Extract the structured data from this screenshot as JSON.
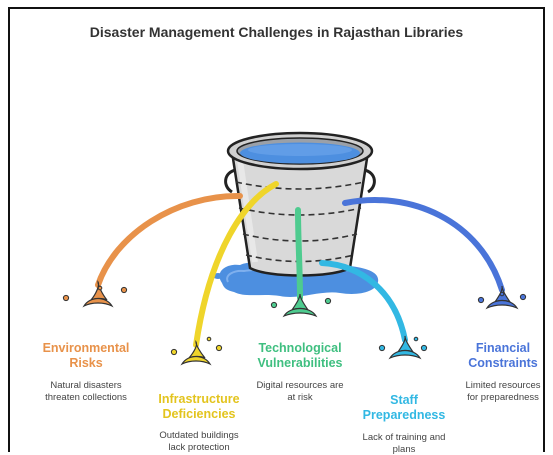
{
  "title": "Disaster Management Challenges in Rajasthan Libraries",
  "colors": {
    "environmental": "#E8924A",
    "infrastructure": "#EFD52B",
    "technological": "#4ECB8F",
    "staff": "#32B8E3",
    "financial": "#4A74D9",
    "bucket": "#d8d8d8",
    "water": "#4d8fe0"
  },
  "categories": [
    {
      "id": "environmental",
      "name": [
        "Environmental",
        "Risks"
      ],
      "description": [
        "Natural disasters",
        "threaten collections"
      ]
    },
    {
      "id": "infrastructure",
      "name": [
        "Infrastructure",
        "Deficiencies"
      ],
      "description": [
        "Outdated buildings",
        "lack protection"
      ]
    },
    {
      "id": "technological",
      "name": [
        "Technological",
        "Vulnerabilities"
      ],
      "description": [
        "Digital resources are",
        "at risk"
      ]
    },
    {
      "id": "staff",
      "name": [
        "Staff",
        "Preparedness"
      ],
      "description": [
        "Lack of training and",
        "plans"
      ]
    },
    {
      "id": "financial",
      "name": [
        "Financial",
        "Constraints"
      ],
      "description": [
        "Limited resources",
        "for preparedness"
      ]
    }
  ]
}
